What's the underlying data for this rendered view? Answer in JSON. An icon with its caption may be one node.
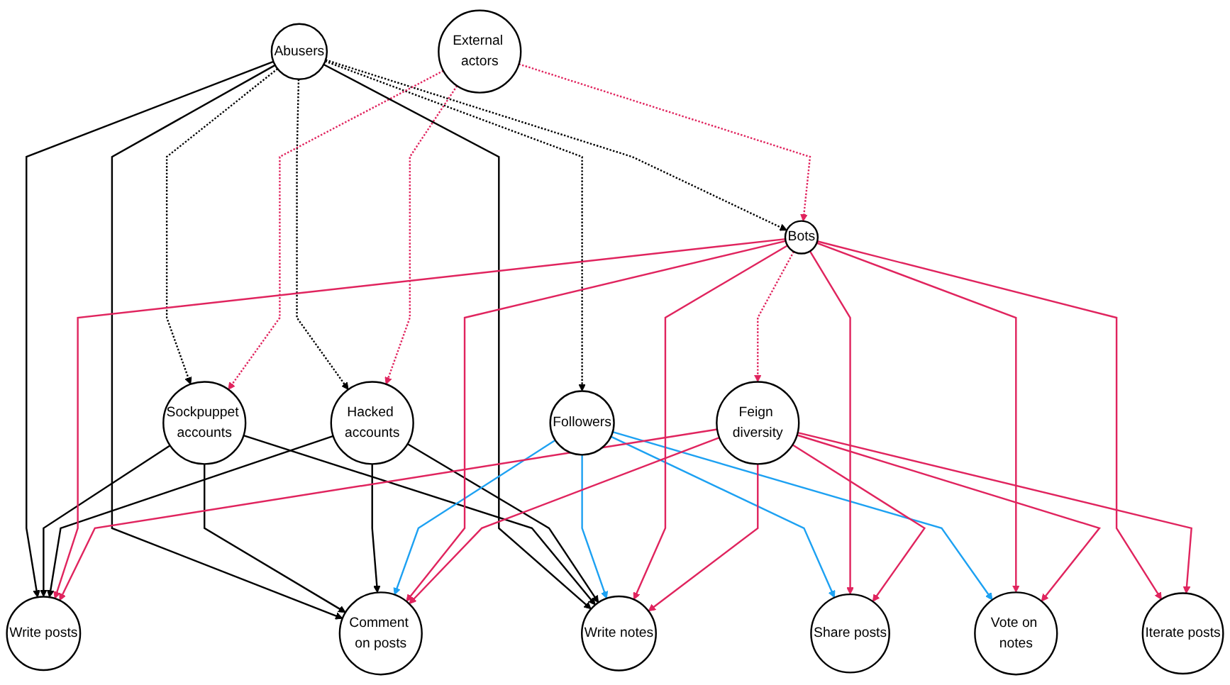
{
  "diagram": {
    "nodes": [
      {
        "text": [
          "Abusers"
        ]
      },
      {
        "text": [
          "External actors"
        ]
      },
      {
        "text": [
          "Sockpuppet accounts"
        ]
      },
      {
        "text": [
          "Hacked accounts"
        ]
      },
      {
        "text": [
          "Followers"
        ]
      },
      {
        "text": [
          "Bots"
        ]
      },
      {
        "text": [
          "Feign diversity"
        ]
      },
      {
        "text": [
          "Write posts"
        ]
      },
      {
        "text": [
          "Comment on posts"
        ]
      },
      {
        "text": [
          "Share posts"
        ]
      },
      {
        "text": [
          "Write notes"
        ]
      },
      {
        "text": [
          "Vote on notes"
        ]
      },
      {
        "text": [
          "Iterate posts"
        ]
      }
    ],
    "edges": [
      {
        "from": 0,
        "to": 2,
        "arrow": "to",
        "style": "dashed",
        "color": "#000000"
      },
      {
        "from": 0,
        "to": 3,
        "arrow": "to",
        "style": "dashed",
        "color": "#000000"
      },
      {
        "from": 0,
        "to": 4,
        "arrow": "to",
        "style": "dashed",
        "color": "#000000"
      },
      {
        "from": 0,
        "to": 5,
        "arrow": "to",
        "style": "dashed",
        "color": "#000000"
      },
      {
        "from": 1,
        "to": 2,
        "arrow": "to",
        "style": "dashed",
        "color": "#e0245e"
      },
      {
        "from": 1,
        "to": 3,
        "arrow": "to",
        "style": "dashed",
        "color": "#e0245e"
      },
      {
        "from": 1,
        "to": 5,
        "arrow": "to",
        "style": "dashed",
        "color": "#e0245e"
      },
      {
        "from": 5,
        "to": 6,
        "arrow": "to",
        "style": "dashed",
        "color": "#e0245e"
      },
      {
        "from": 0,
        "to": 7,
        "arrow": "to",
        "color": "#000000"
      },
      {
        "from": 0,
        "to": 8,
        "arrow": "to",
        "color": "#000000"
      },
      {
        "from": 0,
        "to": 10,
        "arrow": "to",
        "color": "#000000"
      },
      {
        "from": 2,
        "to": 7,
        "arrow": "to",
        "color": "#000000"
      },
      {
        "from": 2,
        "to": 8,
        "arrow": "to",
        "color": "#000000"
      },
      {
        "from": 2,
        "to": 10,
        "arrow": "to",
        "color": "#000000"
      },
      {
        "from": 3,
        "to": 7,
        "arrow": "to",
        "color": "#000000"
      },
      {
        "from": 3,
        "to": 8,
        "arrow": "to",
        "color": "#000000"
      },
      {
        "from": 3,
        "to": 10,
        "arrow": "to",
        "color": "#000000"
      },
      {
        "from": 4,
        "to": 8,
        "arrow": "to",
        "color": "#1da1f2"
      },
      {
        "from": 4,
        "to": 9,
        "arrow": "to",
        "color": "#1da1f2"
      },
      {
        "from": 4,
        "to": 10,
        "arrow": "to",
        "color": "#1da1f2"
      },
      {
        "from": 4,
        "to": 11,
        "arrow": "to",
        "color": "#1da1f2"
      },
      {
        "from": 5,
        "to": 7,
        "arrow": "to",
        "color": "#e0245e"
      },
      {
        "from": 5,
        "to": 8,
        "arrow": "to",
        "color": "#e0245e"
      },
      {
        "from": 5,
        "to": 9,
        "arrow": "to",
        "color": "#e0245e"
      },
      {
        "from": 5,
        "to": 10,
        "arrow": "to",
        "color": "#e0245e"
      },
      {
        "from": 5,
        "to": 11,
        "arrow": "to",
        "color": "#e0245e"
      },
      {
        "from": 5,
        "to": 12,
        "arrow": "to",
        "color": "#e0245e"
      },
      {
        "from": 6,
        "to": 7,
        "arrow": "to",
        "color": "#e0245e"
      },
      {
        "from": 6,
        "to": 8,
        "arrow": "to",
        "color": "#e0245e"
      },
      {
        "from": 6,
        "to": 9,
        "arrow": "to",
        "color": "#e0245e"
      },
      {
        "from": 6,
        "to": 10,
        "arrow": "to",
        "color": "#e0245e"
      },
      {
        "from": 6,
        "to": 11,
        "arrow": "to",
        "color": "#e0245e"
      },
      {
        "from": 6,
        "to": 12,
        "arrow": "to",
        "color": "#e0245e"
      }
    ]
  }
}
